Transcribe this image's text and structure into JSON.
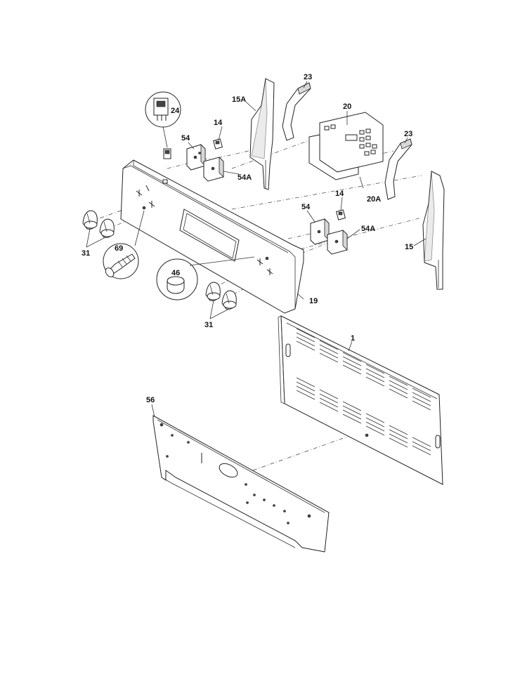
{
  "callouts": {
    "c1": "1",
    "c14a": "14",
    "c14b": "14",
    "c15": "15",
    "c15a": "15A",
    "c19": "19",
    "c20": "20",
    "c20a": "20A",
    "c23a": "23",
    "c23b": "23",
    "c24": "24",
    "c31a": "31",
    "c31b": "31",
    "c46": "46",
    "c54a": "54",
    "c54b": "54",
    "c54Aa": "54A",
    "c54Ab": "54A",
    "c56": "56",
    "c69": "69"
  }
}
